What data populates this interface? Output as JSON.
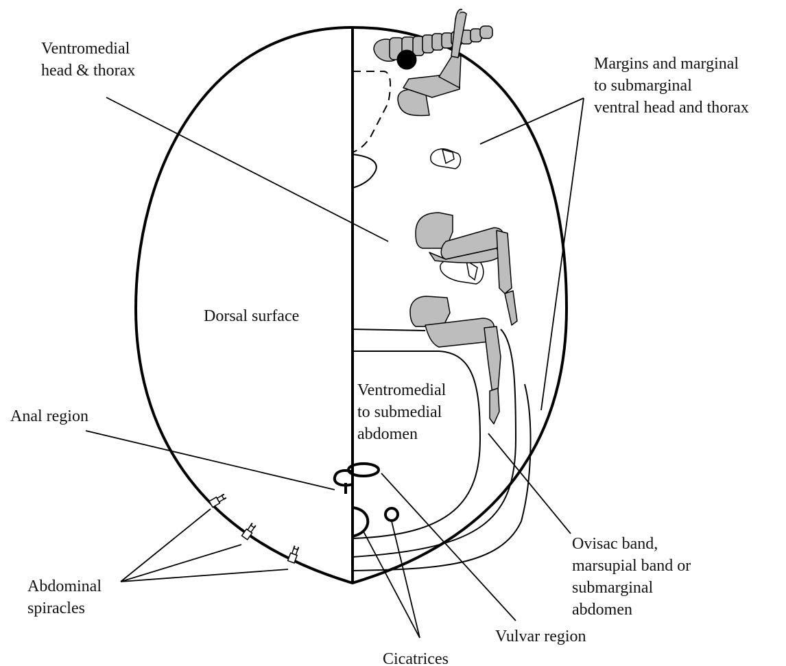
{
  "labels": {
    "ventromedial_head_thorax": [
      "Ventromedial",
      "head & thorax"
    ],
    "margins": [
      "Margins and marginal",
      "to submarginal",
      "ventral head and thorax"
    ],
    "dorsal_surface": "Dorsal surface",
    "ventromedial_abdomen": [
      "Ventromedial",
      "to submedial",
      "abdomen"
    ],
    "anal_region": "Anal region",
    "ovisac_band": [
      "Ovisac band,",
      "marsupial band or",
      "submarginal",
      "abdomen"
    ],
    "abdominal_spiracles": [
      "Abdominal",
      "spiracles"
    ],
    "vulvar_region": "Vulvar region",
    "cicatrices": "Cicatrices"
  }
}
